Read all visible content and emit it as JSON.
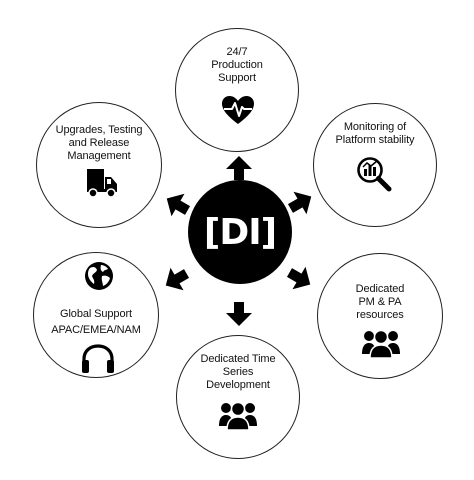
{
  "hub": {
    "label": "[DI]"
  },
  "nodes": {
    "production_support": {
      "label": "24/7\nProduction\nSupport",
      "icon": "heart-pulse-icon"
    },
    "monitoring": {
      "label": "Monitoring of\nPlatform stability",
      "icon": "magnifier-chart-icon"
    },
    "pm_pa": {
      "label": "Dedicated\nPM & PA\nresources",
      "icon": "people-group-icon"
    },
    "time_series": {
      "label": "Dedicated Time\nSeries\nDevelopment",
      "icon": "people-group-icon"
    },
    "global_support": {
      "label": "Global Support\nAPAC/EMEA/NAM",
      "icon": "globe-icon"
    },
    "global_support_regions_icon": "headset-icon",
    "upgrades": {
      "label": "Upgrades, Testing\nand Release\nManagement",
      "icon": "delivery-truck-icon"
    }
  },
  "colors": {
    "fill": "#000000",
    "outline": "#222222",
    "background": "#ffffff"
  }
}
